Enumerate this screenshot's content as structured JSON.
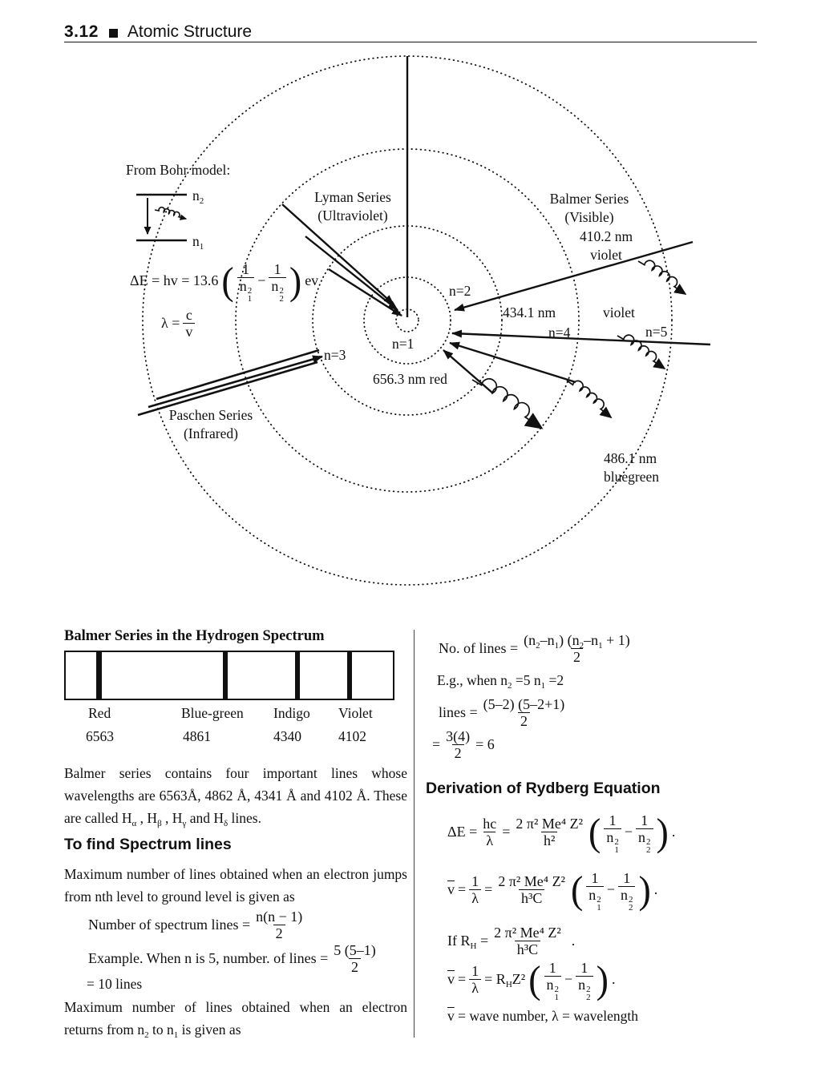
{
  "header": {
    "number": "3.12",
    "title": "Atomic Structure"
  },
  "diagram": {
    "from_bohr": "From Bohr model:",
    "inset_top_base": "n",
    "inset_top_sub": "2",
    "inset_bottom_base": "n",
    "inset_bottom_sub": "1",
    "lyman_line1": "Lyman Series",
    "lyman_line2": "(Ultraviolet)",
    "balmer_line1": "Balmer Series",
    "balmer_line2": "(Visible)",
    "w410_line1": "410.2 nm",
    "w410_line2": "violet",
    "w434": "434.1 nm",
    "w434_color": "violet",
    "w656": "656.3 nm red",
    "w486_line1": "486.1 nm",
    "w486_line2": "bluegreen",
    "paschen_line1": "Paschen Series",
    "paschen_line2": "(Infrared)",
    "ring_n1": "n=1",
    "ring_n2": "n=2",
    "ring_n3": "n=3",
    "ring_n4": "n=4",
    "ring_n5": "n=5",
    "eq_energy": {
      "lhs": "ΔE = hv = 13.6",
      "f1_num": "1",
      "f1_base": "n",
      "f1_sub": "1",
      "f1_sup": "2",
      "op": "−",
      "f2_num": "1",
      "f2_base": "n",
      "f2_sub": "2",
      "f2_sup": "2",
      "rhs": "ev"
    },
    "eq_lambda": {
      "lhs": "λ =",
      "num": "c",
      "den": "v"
    },
    "line_color": "#111111"
  },
  "left": {
    "spectrum_title": "Balmer Series in the Hydrogen Spectrum",
    "bands": [
      {
        "name": "Red",
        "value": "6563"
      },
      {
        "name": "Blue-green",
        "value": "4861"
      },
      {
        "name": "Indigo",
        "value": "4340"
      },
      {
        "name": "Violet",
        "value": "4102"
      }
    ],
    "para1": {
      "a": "Balmer series contains four important lines whose wavelengths are 6563Å, 4862 Å, 4341 Å and 4102 Å. These are called H",
      "s1": "α",
      "b": " , H",
      "s2": "β",
      "c": " , H",
      "s3": "γ",
      "d": " and H",
      "s4": "δ",
      "e": " lines."
    },
    "find_title": "To find Spectrum lines",
    "para2": "Maximum number of lines obtained when an electron jumps from nth level to ground level  is given as",
    "eq_spectrum": {
      "lhs": "Number of spectrum lines =",
      "num": "n(n − 1)",
      "den": "2"
    },
    "eq_example": {
      "lhs": "Example. When n is 5, number. of lines =",
      "num": "5 (5–1)",
      "den": "2"
    },
    "eq_result": "= 10 lines",
    "para3": {
      "a": "Maximum number of lines obtained when  an elec­tron returns from n",
      "s1": "2",
      "b": " to n",
      "s2": "1",
      "c": " is given as"
    }
  },
  "right": {
    "eq_nolines": {
      "lhs": "No. of lines =",
      "n1": "(n",
      "n1s": "2",
      "n2": "–n",
      "n2s": "1",
      "n3": ")  (n",
      "n3s": "2",
      "n4": "–n",
      "n4s": "1",
      "n5": " + 1)",
      "den": "2"
    },
    "eg": {
      "a": "E.g., when n",
      "s1": "2",
      "b": " =5 n",
      "s2": "1",
      "c": " =2"
    },
    "eq_lines": {
      "lhs": "lines  =",
      "num": "(5–2) (5–2+1)",
      "den": "2"
    },
    "eq_six": {
      "lhs": "=",
      "num": "3(4)",
      "den": "2",
      "rhs": "= 6"
    },
    "rydberg_title": "Derivation of Rydberg Equation",
    "eq1": {
      "lhs": "ΔE =",
      "f1n": "hc",
      "f1d": "λ",
      "eq": "=",
      "f2n": "2 π² Me⁴ Z²",
      "f2d": "h²",
      "p1n": "1",
      "p1b": "n",
      "p1sub": "1",
      "p1sup": "2",
      "op": "−",
      "p2n": "1",
      "p2b": "n",
      "p2sub": "2",
      "p2sup": "2",
      "end": "."
    },
    "eq2": {
      "v": "v",
      "eq1": "=",
      "f1n": "1",
      "f1d": "λ",
      "eq2": "=",
      "f2n": "2 π² Me⁴ Z²",
      "f2d": "h³C",
      "p1n": "1",
      "p1b": "n",
      "p1sub": "1",
      "p1sup": "2",
      "op": "−",
      "p2n": "1",
      "p2b": "n",
      "p2sub": "2",
      "p2sup": "2",
      "end": "."
    },
    "eq3": {
      "a": "If R",
      "sub": "H",
      "b": " =",
      "num": "2 π² Me⁴ Z²",
      "den": "h³C",
      "end": "."
    },
    "eq4": {
      "v": "v",
      "eq1": "=",
      "f1n": "1",
      "f1d": "λ",
      "eq2": "= R",
      "sub": "H",
      "z": "Z²",
      "p1n": "1",
      "p1b": "n",
      "p1sub": "1",
      "p1sup": "2",
      "op": "−",
      "p2n": "1",
      "p2b": "n",
      "p2sub": "2",
      "p2sup": "2",
      "end": "."
    },
    "note": {
      "v": "v",
      "rest": "  =  wave number, λ = wavelength"
    }
  }
}
